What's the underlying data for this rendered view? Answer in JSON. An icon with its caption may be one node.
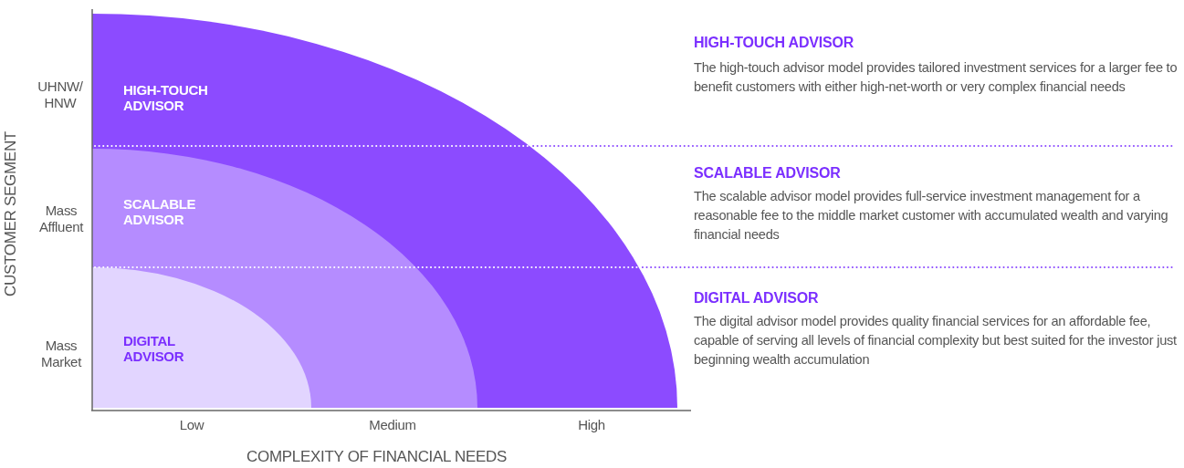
{
  "diagram": {
    "nodes": [
      {
        "text": [
          "HIGH-TOUCH ADVISOR"
        ]
      },
      {
        "text": [
          "SCALABLE ADVISOR"
        ],
        "in": 0
      },
      {
        "text": [
          "DIGITAL ADVISOR"
        ],
        "in": 1
      }
    ],
    "edges": [],
    "labels": [
      "CUSTOMER SEGMENT",
      "UHNW/ HNW",
      "HIGH-TOUCH ADVISOR",
      "The high-touch advisor model provides tailored investment services for a larger fee to benefit customers with either high-net-worth or very complex financial needs",
      "Mass Affluent",
      "SCALABLE ADVISOR",
      "The scalable advisor model provides full-service investment management for a reasonable fee to the middle market customer with accumulated wealth and varying financial needs",
      "Mass Market",
      "DIGITAL ADVISOR",
      "The digital advisor model provides quality financial services for an affordable fee, capable of serving all levels of financial complexity but best suited for the investor just beginning wealth accumulation",
      "Low",
      "Medium",
      "High",
      "COMPLEXITY OF FINANCIAL NEEDS"
    ]
  }
}
